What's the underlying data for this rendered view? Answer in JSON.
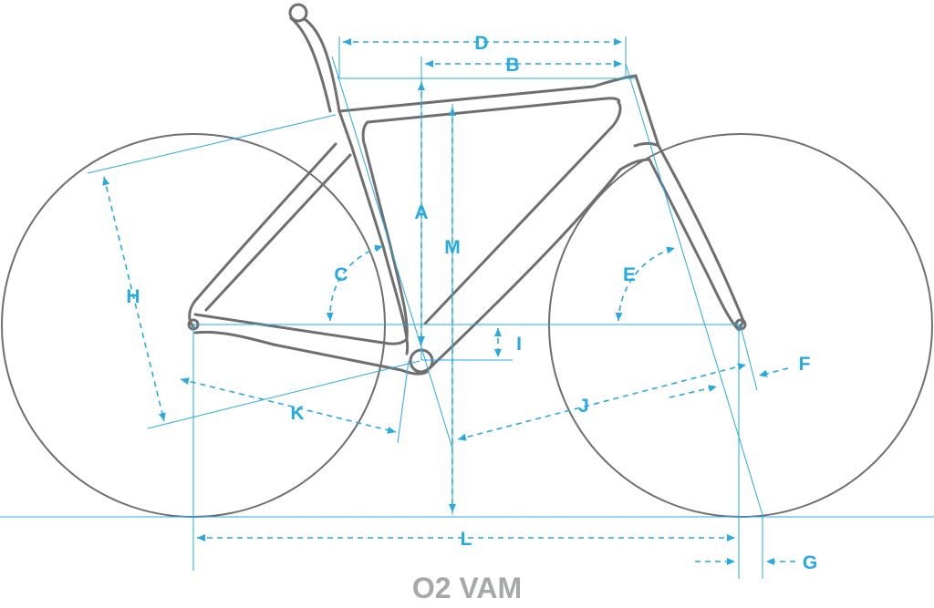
{
  "model_name": "O2 VAM",
  "labels": {
    "a": "A",
    "b": "B",
    "c": "C",
    "d": "D",
    "e": "E",
    "f": "F",
    "g": "G",
    "h": "H",
    "i": "I",
    "j": "J",
    "k": "K",
    "l": "L",
    "m": "M"
  },
  "colors": {
    "frame_stroke": "#6f6f70",
    "dimension_lines": "#27a9e1",
    "title_text": "#a7a8aa"
  }
}
